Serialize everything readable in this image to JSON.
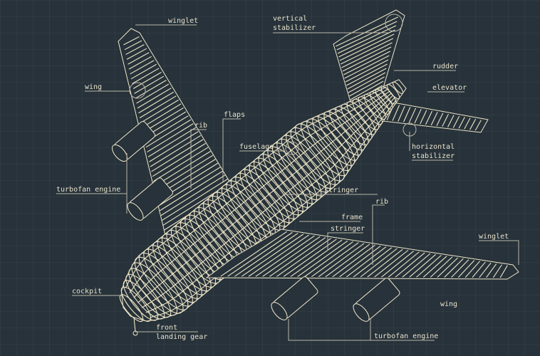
{
  "colors": {
    "background": "#27323a",
    "linework": "#efe6c8",
    "leader": "#b9b7a8"
  },
  "labels": {
    "winglet_left": "winglet",
    "wing_left": "wing",
    "flaps": "flaps",
    "rib_left": "rib",
    "fuselage": "fuselage",
    "turbofan_left": "turbofan engine",
    "vertical_stabilizer_1": "vertical",
    "vertical_stabilizer_2": "stabilizer",
    "rudder": "rudder",
    "elevator": "elevator",
    "horizontal_stabilizer_1": "horizontal",
    "horizontal_stabilizer_2": "stabilizer",
    "stringer_upper": "stringer",
    "rib_right": "rib",
    "frame": "frame",
    "stringer_lower": "stringer",
    "winglet_right": "winglet",
    "cockpit": "cockpit",
    "front_landing_gear_1": "front",
    "front_landing_gear_2": "landing gear",
    "wing_right": "wing",
    "turbofan_right": "turbofan engine"
  }
}
